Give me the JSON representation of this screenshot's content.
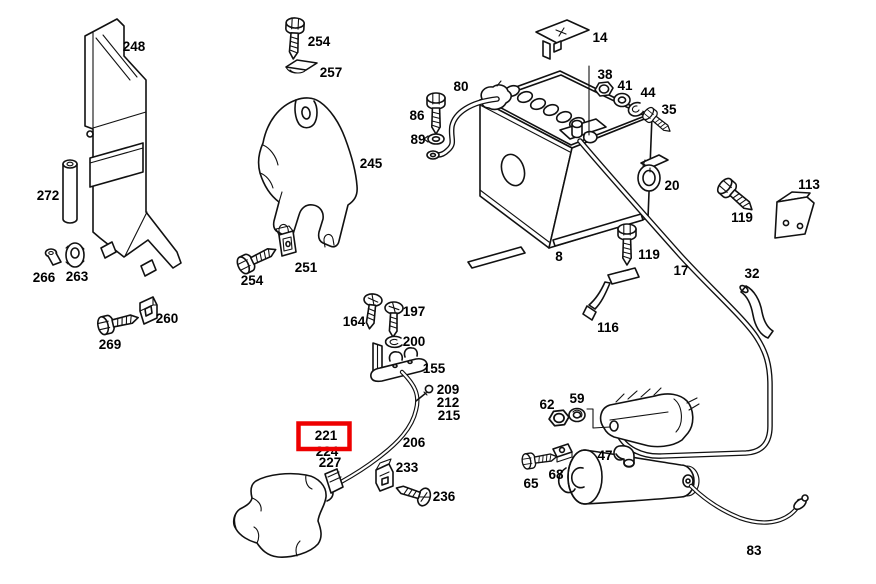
{
  "diagram_type": "exploded-parts-diagram",
  "subject": "battery, cables and starter mounting parts",
  "colors": {
    "background": "#ffffff",
    "line": "#111111",
    "highlight": "#ee0000"
  },
  "highlighted_part": "221",
  "labels": {
    "p248": "248",
    "p272": "272",
    "p266": "266",
    "p263": "263",
    "p260": "260",
    "p269": "269",
    "p254a": "254",
    "p257": "257",
    "p245": "245",
    "p251": "251",
    "p254b": "254",
    "p14": "14",
    "p80": "80",
    "p86": "86",
    "p89": "89",
    "p38": "38",
    "p41": "41",
    "p44": "44",
    "p35": "35",
    "p20": "20",
    "p119a": "119",
    "p113": "113",
    "p8": "8",
    "p119b": "119",
    "p116": "116",
    "p17": "17",
    "p32": "32",
    "p164": "164",
    "p197": "197",
    "p200": "200",
    "p155": "155",
    "p209": "209",
    "p212": "212",
    "p215": "215",
    "p221": "221",
    "p224": "224",
    "p227": "227",
    "p206": "206",
    "p233": "233",
    "p236": "236",
    "p62": "62",
    "p59": "59",
    "p47": "47",
    "p65": "65",
    "p68": "68",
    "p83": "83"
  }
}
